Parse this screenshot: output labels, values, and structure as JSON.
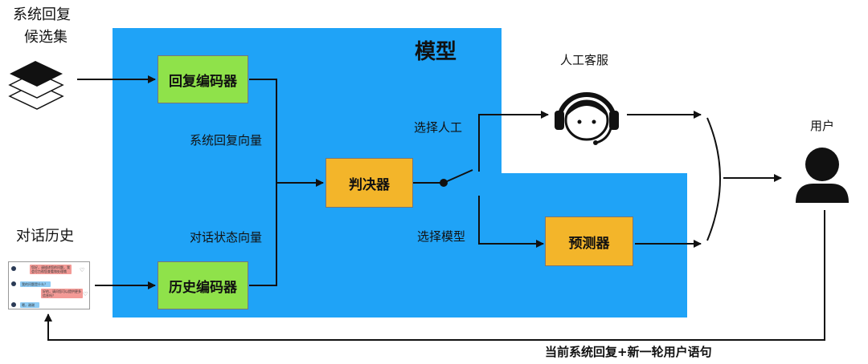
{
  "model_label": "模型",
  "candidates_label_line1": "系统回复",
  "candidates_label_line2": "候选集",
  "history_label": "对话历史",
  "reply_encoder": "回复编码器",
  "history_encoder": "历史编码器",
  "sys_reply_vector": "系统回复向量",
  "dialog_state_vector": "对话状态向量",
  "judge": "判决器",
  "choose_human": "选择人工",
  "choose_model": "选择模型",
  "predictor": "预测器",
  "human_agent": "人工客服",
  "user": "用户",
  "feedback_label": "当前系统回复+新一轮用户语句",
  "chat_preview": {
    "msg1": "您好，请描述您的问题，我会尽力帮您查看和处理哦",
    "msg2": "我的问题是什么？",
    "msg3": "好的，请问您可以提供更多信息吗？",
    "msg4": "嗯，谢谢"
  },
  "colors": {
    "model_region": "#1fa3f7",
    "encoder": "#8fe24a",
    "judge": "#f3b52a",
    "line": "#111111"
  }
}
